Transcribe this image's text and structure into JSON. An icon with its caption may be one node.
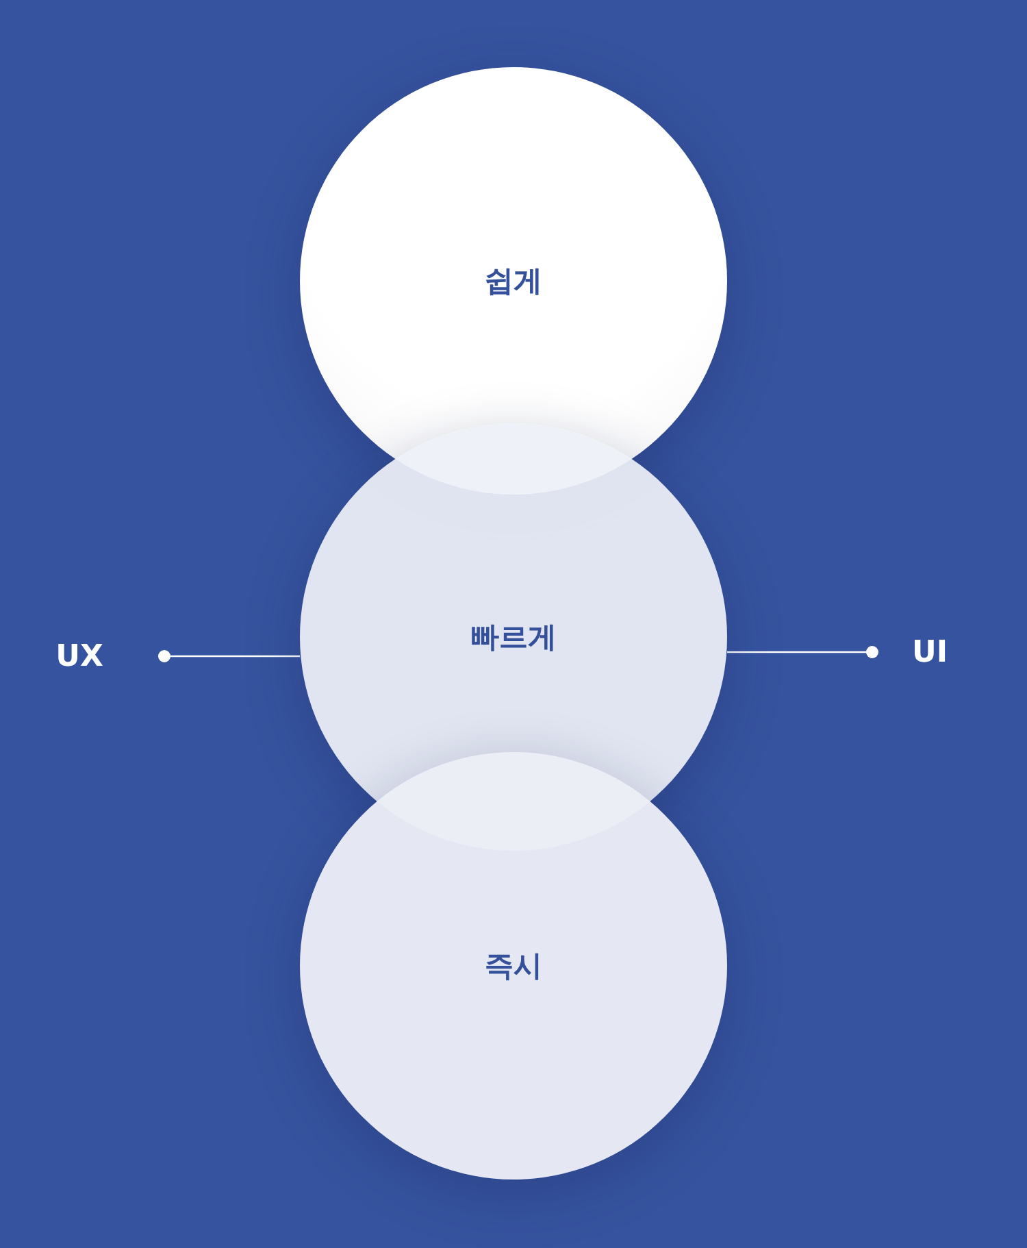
{
  "diagram": {
    "nodes": [
      {
        "text": [
          "쉽게"
        ]
      },
      {
        "text": [
          "빠르게"
        ]
      },
      {
        "text": [
          "즉시"
        ]
      },
      {
        "text": [
          "UX"
        ]
      },
      {
        "text": [
          "UI"
        ]
      }
    ],
    "edges": [
      {
        "from": 3,
        "to": 1,
        "arrow": "other"
      },
      {
        "from": 4,
        "to": 1,
        "arrow": "other"
      }
    ]
  }
}
